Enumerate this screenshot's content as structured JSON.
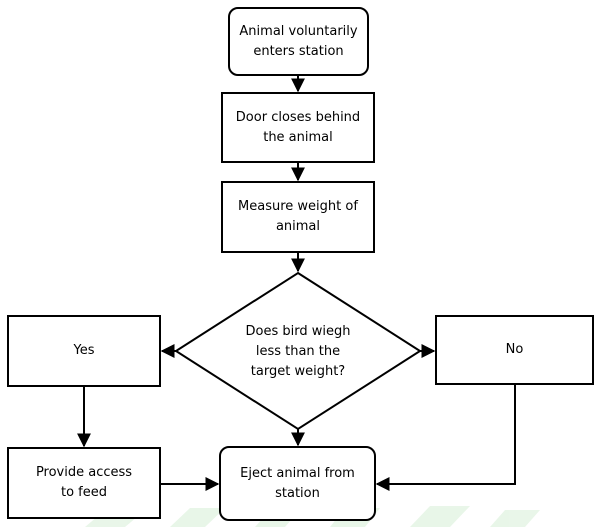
{
  "nodes": {
    "start": "Animal voluntarily\nenters station",
    "door": "Door closes behind\nthe animal",
    "measure": "Measure weight of\nanimal",
    "decision": "Does bird wiegh\nless than the\ntarget weight?",
    "yes": "Yes",
    "no": "No",
    "feed": "Provide access\nto feed",
    "eject": "Eject animal from\nstation"
  },
  "colors": {
    "stroke": "#000000",
    "fill": "#ffffff",
    "watermark": "#e6f5e6"
  }
}
